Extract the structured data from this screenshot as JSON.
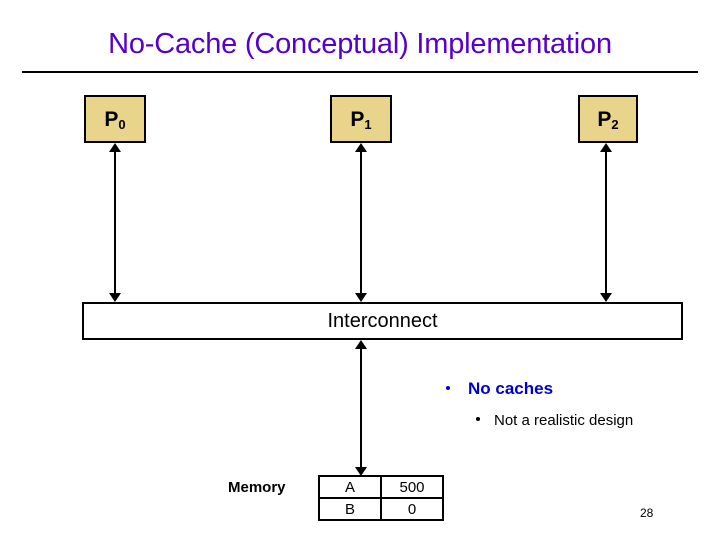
{
  "slide": {
    "title": "No-Cache (Conceptual) Implementation",
    "page_number": "28",
    "colors": {
      "title": "#5500CC",
      "proc_box_fill": "#E8D48A",
      "bullet_primary": "#0000CC",
      "bullet_secondary": "#000000",
      "outline": "#000000"
    }
  },
  "processors": [
    {
      "label": "P",
      "index": "0"
    },
    {
      "label": "P",
      "index": "1"
    },
    {
      "label": "P",
      "index": "2"
    }
  ],
  "interconnect": {
    "label": "Interconnect"
  },
  "bullets": {
    "primary": "No caches",
    "secondary": "Not a realistic design"
  },
  "memory": {
    "label": "Memory",
    "rows": [
      {
        "name": "A",
        "value": "500"
      },
      {
        "name": "B",
        "value": "0"
      }
    ]
  }
}
